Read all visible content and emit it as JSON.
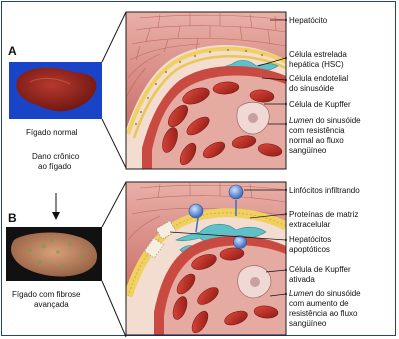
{
  "panel_a": {
    "letter": "A",
    "photo_caption": "Fígado normal",
    "labels": {
      "hepatocyte": "Hepatócito",
      "hsc_line1": "Célula estrelada",
      "hsc_line2": "hepática (HSC)",
      "endothelial_line1": "Célula endotelial",
      "endothelial_line2": "do sinusóide",
      "kupffer": "Célula de Kupffer",
      "lumen_word": "Lumen",
      "lumen_line1_rest": " do sinusóide",
      "lumen_line2": "com resistência",
      "lumen_line3": "normal ao fluxo",
      "lumen_line4": "sangüíneo"
    }
  },
  "transition": {
    "line1": "Dano crônico",
    "line2": "ao fígado"
  },
  "panel_b": {
    "letter": "B",
    "photo_caption_line1": "Fígado com fibrose",
    "photo_caption_line2": "avançada",
    "labels": {
      "lymphocytes": "Linfócitos infiltrando",
      "ecm_line1": "Proteínas de matriz",
      "ecm_line2": "extracelular",
      "apoptotic_line1": "Hepatócitos",
      "apoptotic_line2": "apoptóticos",
      "activated_kupffer_line1": "Célula de Kupffer",
      "activated_kupffer_line2": "ativada",
      "lumen_word": "Lumen",
      "lumen_line1_rest": " do sinusóide",
      "lumen_line2": "com aumento de",
      "lumen_line3": "resistência ao fluxo",
      "lumen_line4": "sangüíneo"
    }
  },
  "colors": {
    "frame": "#1f3f9a",
    "photo_background": "#1a44c8",
    "normal_liver": "#8e1f1a",
    "fibrotic_liver": "#b87a5a",
    "tissue_pink": "#d98f8a",
    "endothelium": "#f0d060",
    "stellate_cell": "#5fc0c8",
    "red_cells": "#c9302a",
    "lymphocyte": "#6fa0e0"
  }
}
